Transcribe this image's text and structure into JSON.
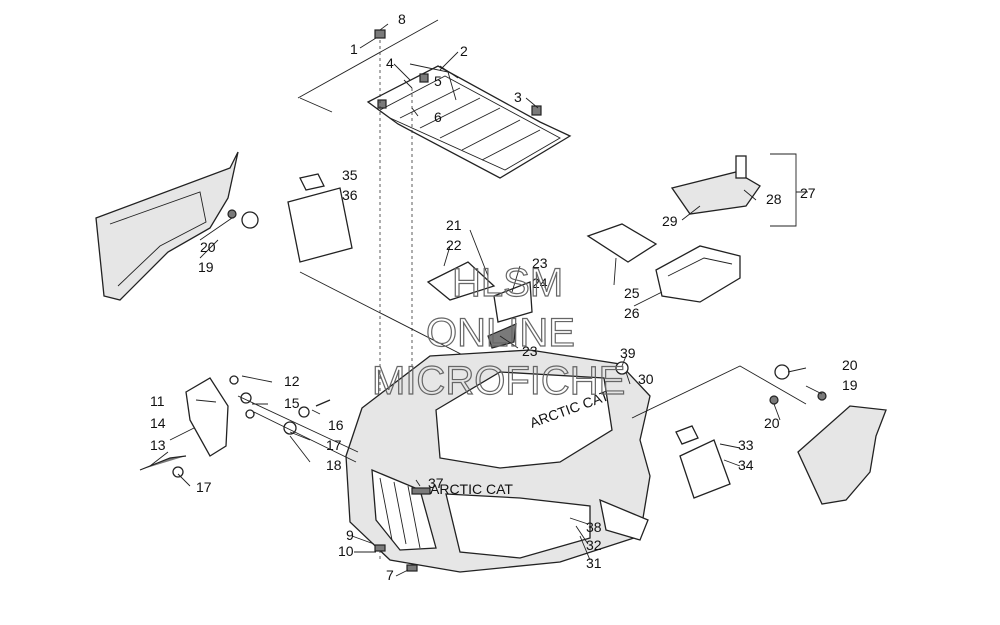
{
  "watermark": {
    "line1": "HLSM",
    "line2": "ONLINE",
    "line3": "MICROFICHE"
  },
  "decal_text": {
    "hood_brand": "ARCTIC CAT",
    "nose_badge": "ARCTIC CAT"
  },
  "callouts": [
    "1",
    "2",
    "3",
    "4",
    "5",
    "6",
    "7",
    "8",
    "9",
    "10",
    "11",
    "12",
    "13",
    "14",
    "15",
    "16",
    "17",
    "17",
    "18",
    "19",
    "19",
    "20",
    "20",
    "20",
    "21",
    "22",
    "23",
    "23",
    "24",
    "25",
    "26",
    "27",
    "28",
    "29",
    "30",
    "31",
    "32",
    "33",
    "34",
    "35",
    "36",
    "37",
    "38",
    "39"
  ]
}
